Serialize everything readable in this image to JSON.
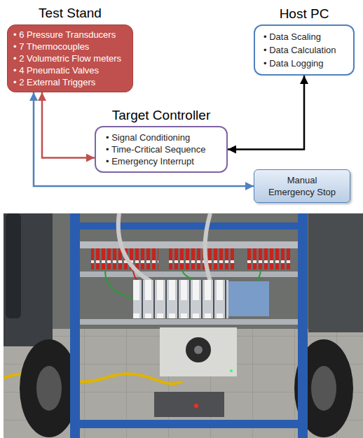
{
  "diagram": {
    "nodes": [
      {
        "text": [
          "Test Stand",
          "• 6 Pressure Transducers",
          "• 7 Thermocouples",
          "• 2 Volumetric Flow meters",
          "• 4 Pneumatic Valves",
          "• 2 External Triggers"
        ]
      },
      {
        "text": [
          "Host PC",
          "• Data Scaling",
          "• Data Calculation",
          "• Data Logging"
        ]
      },
      {
        "text": [
          "Target Controller",
          "• Signal Conditioning",
          "• Time-Critical Sequence",
          "• Emergency Interrupt"
        ]
      },
      {
        "text": [
          "Manual Emergency Stop"
        ]
      }
    ],
    "edges": [
      {
        "from": 0,
        "to": 2,
        "arrow": "both"
      },
      {
        "from": 2,
        "to": 1,
        "arrow": "both"
      },
      {
        "from": 0,
        "to": 3,
        "arrow": "both"
      }
    ]
  }
}
